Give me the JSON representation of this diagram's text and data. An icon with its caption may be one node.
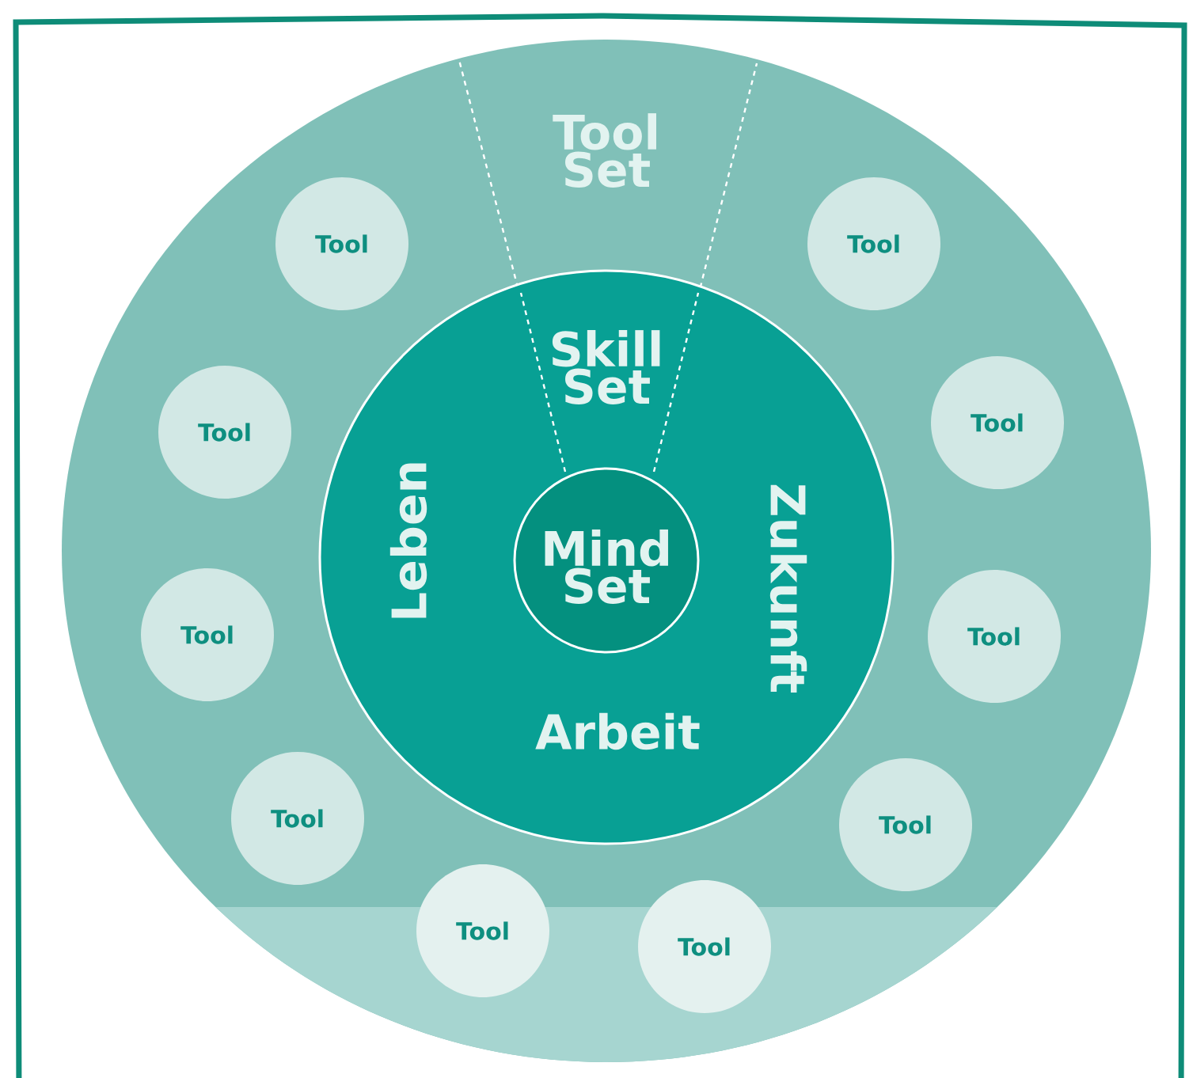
{
  "diagram": {
    "nodes": [
      {
        "text": [
          "Tool Set"
        ]
      },
      {
        "text": [
          "Skill Set",
          "Leben",
          "Arbeit",
          "Zukunft"
        ],
        "in": 0
      },
      {
        "text": [
          "Mind Set"
        ],
        "in": 1
      },
      {
        "text": [
          "Tool"
        ],
        "in": 0
      },
      {
        "text": [
          "Tool"
        ],
        "in": 0
      },
      {
        "text": [
          "Tool"
        ],
        "in": 0
      },
      {
        "text": [
          "Tool"
        ],
        "in": 0
      },
      {
        "text": [
          "Tool"
        ],
        "in": 0
      },
      {
        "text": [
          "Tool"
        ],
        "in": 0
      },
      {
        "text": [
          "Tool"
        ],
        "in": 0
      },
      {
        "text": [
          "Tool"
        ],
        "in": 0
      },
      {
        "text": [
          "Tool"
        ],
        "in": 0
      },
      {
        "text": [
          "Tool"
        ],
        "in": 0
      }
    ]
  }
}
